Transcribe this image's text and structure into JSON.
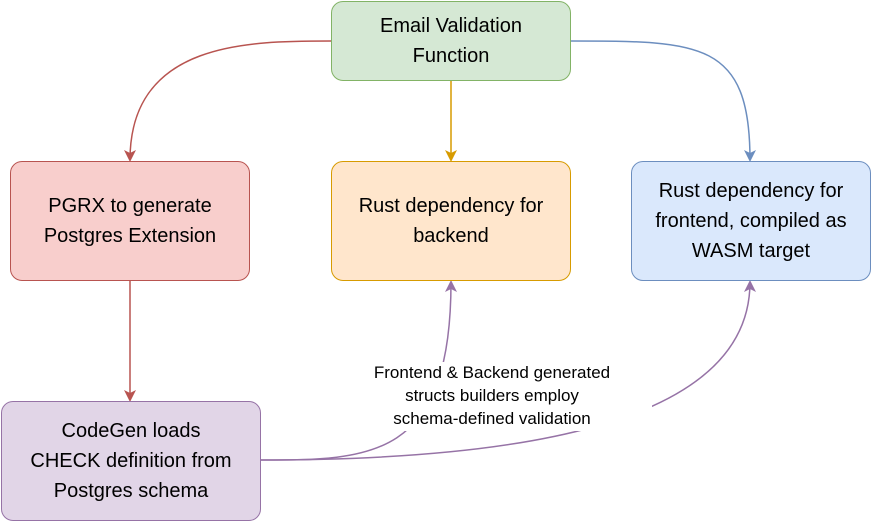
{
  "nodes": {
    "email": {
      "label": "Email Validation\nFunction",
      "fill": "#d5e8d4",
      "stroke": "#82b366"
    },
    "pgrx": {
      "label": "PGRX to generate\nPostgres Extension",
      "fill": "#f8cecc",
      "stroke": "#b85450"
    },
    "backend": {
      "label": "Rust dependency for\nbackend",
      "fill": "#ffe6cc",
      "stroke": "#d79b00"
    },
    "frontend": {
      "label": "Rust dependency for\nfrontend, compiled as\nWASM target",
      "fill": "#dae8fc",
      "stroke": "#6c8ebf"
    },
    "codegen": {
      "label": "CodeGen loads\nCHECK definition from\nPostgres schema",
      "fill": "#e1d5e7",
      "stroke": "#9673a6"
    }
  },
  "edge_label": "Frontend & Backend generated\nstructs builders employ\nschema-defined validation",
  "colors": {
    "red": "#b85450",
    "orange": "#d79b00",
    "blue": "#6c8ebf",
    "purple": "#9673a6"
  }
}
